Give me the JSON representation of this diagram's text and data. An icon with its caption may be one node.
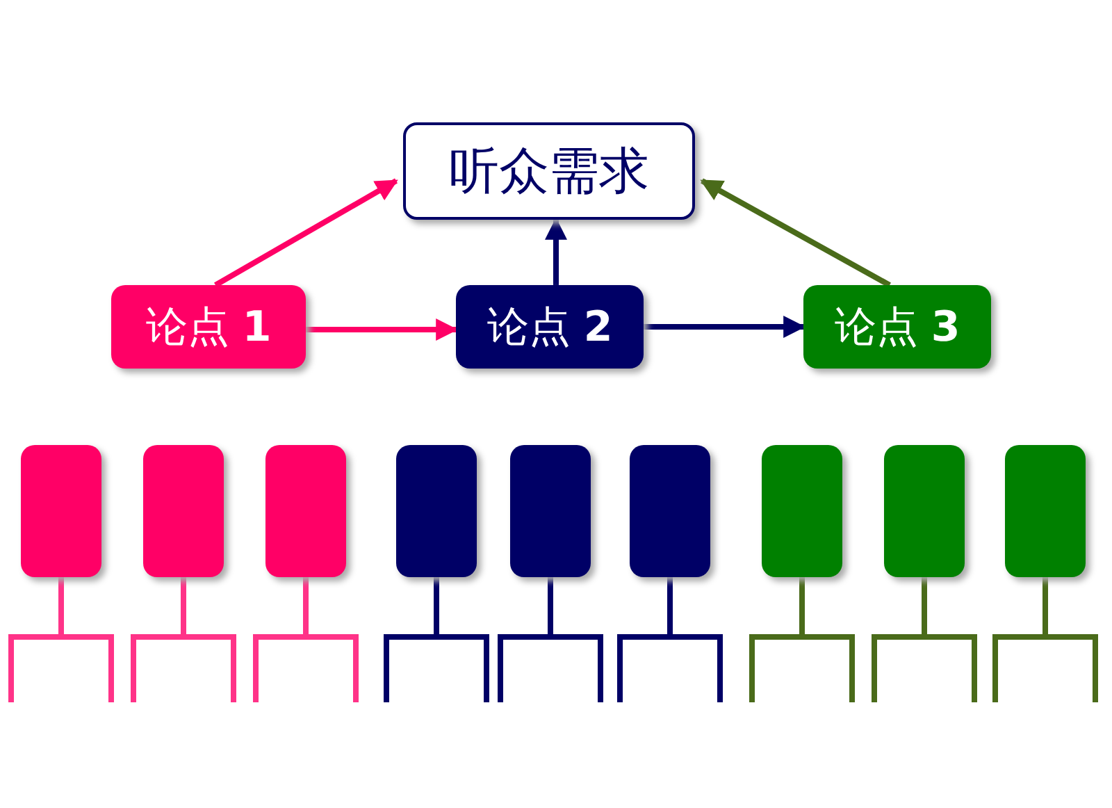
{
  "diagram": {
    "nodes": [
      {
        "text": [
          "听众需求"
        ]
      },
      {
        "text": [
          "论点 **1**"
        ]
      },
      {
        "text": [
          "论点 **2**"
        ]
      },
      {
        "text": [
          "论点 **3**"
        ]
      },
      {
        "text": [],
        "shape": "box"
      },
      {
        "text": [],
        "shape": "box"
      },
      {
        "text": [],
        "shape": "box"
      },
      {
        "text": [],
        "shape": "box"
      },
      {
        "text": [],
        "shape": "box"
      },
      {
        "text": [],
        "shape": "box"
      },
      {
        "text": [],
        "shape": "box"
      },
      {
        "text": [],
        "shape": "box"
      },
      {
        "text": [],
        "shape": "box"
      }
    ],
    "edges": [
      {
        "from": 1,
        "to": 0,
        "arrow": "to",
        "color": "#ff0066"
      },
      {
        "from": 2,
        "to": 0,
        "arrow": "to",
        "color": "#000066"
      },
      {
        "from": 3,
        "to": 0,
        "arrow": "to",
        "color": "#4a6b1a"
      },
      {
        "from": 1,
        "to": 2,
        "arrow": "to",
        "color": "#ff0066"
      },
      {
        "from": 2,
        "to": 3,
        "arrow": "to",
        "color": "#000066"
      }
    ]
  }
}
